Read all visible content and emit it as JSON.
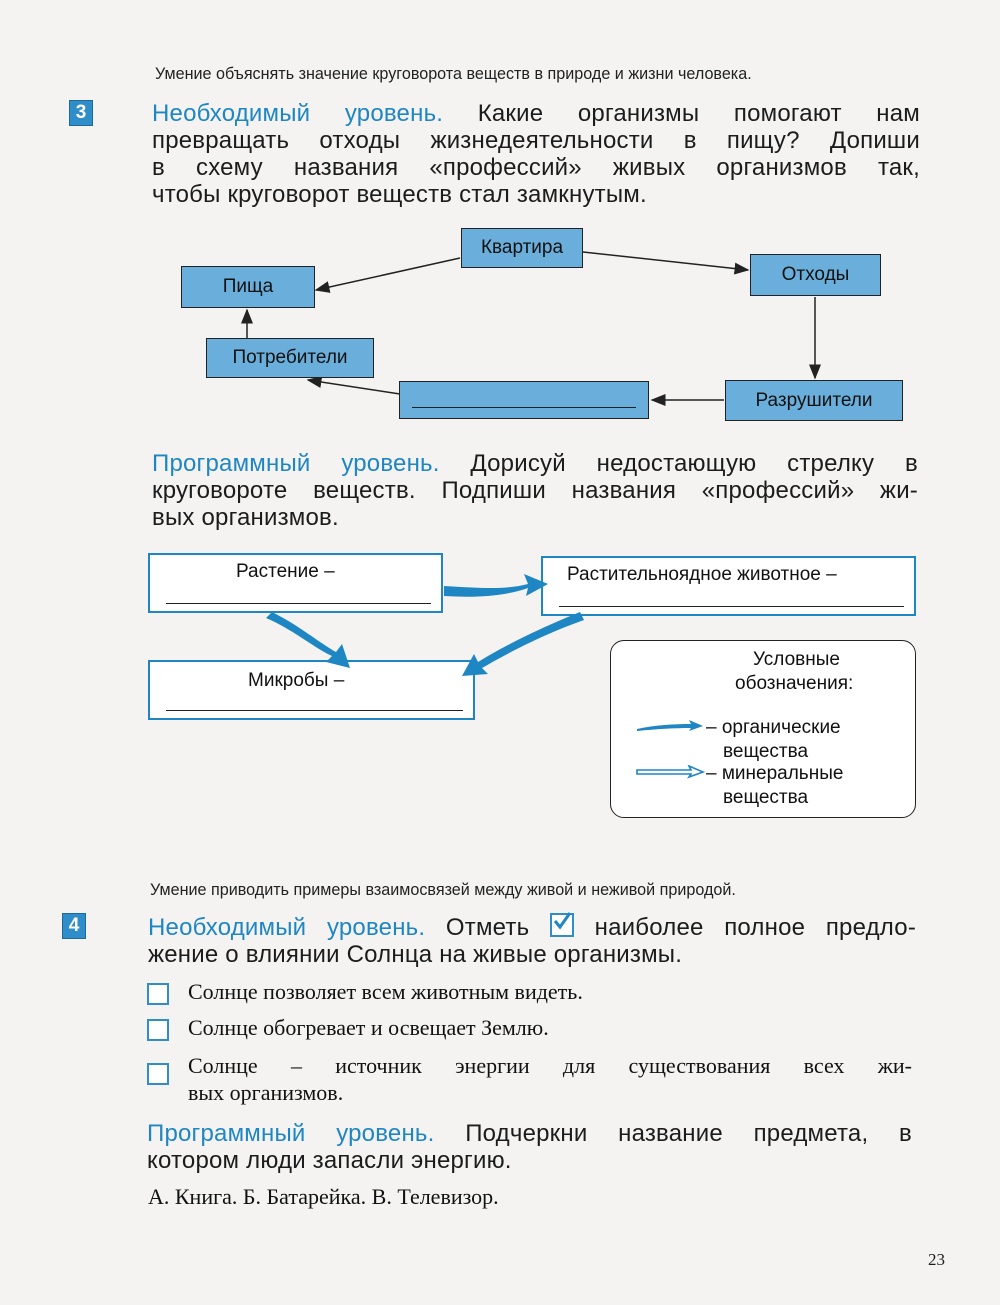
{
  "skill1": "Умение объяснять значение круговорота веществ в природе и жизни человека.",
  "task3": {
    "number": "3",
    "level1": "Необходимый уровень.",
    "line1": "Какие организмы помогают нам",
    "line2": "превращать отходы жизнедеятельности в пищу? Допиши",
    "line3": "в схему названия «профессий» живых организмов так,",
    "line4": "чтобы круговорот веществ стал замкнутым.",
    "scheme1": {
      "kvartira": "Квартира",
      "pishcha": "Пища",
      "othody": "Отходы",
      "potrebiteli": "Потребители",
      "razrushiteli": "Разрушители"
    },
    "level2": "Программный уровень.",
    "p2line1": "Дорисуй недостающую стрелку в",
    "p2line2": "круговороте веществ. Подпиши названия «профессий» жи-",
    "p2line3": "вых организмов.",
    "scheme2": {
      "rastenie": "Растение –",
      "rastitelnoyadnoe": "Растительноядное животное –",
      "mikroby": "Микробы –"
    },
    "legend": {
      "title1": "Условные",
      "title2": "обозначения:",
      "organic1": "– органические",
      "organic2": "вещества",
      "mineral1": "– минеральные",
      "mineral2": "вещества",
      "organic_color": "#1f86c4",
      "mineral_color": "#1f86c4"
    }
  },
  "skill2": "Умение приводить примеры взаимосвязей между живой и неживой природой.",
  "task4": {
    "number": "4",
    "level1": "Необходимый уровень.",
    "line1a": "Отметь",
    "line1b": "наиболее полное предло-",
    "line2": "жение о влиянии Солнца на живые организмы.",
    "options": [
      "Солнце позволяет всем животным видеть.",
      "Солнце обогревает и освещает Землю.",
      "Солнце – источник энергии для существования всех жи-",
      "вых организмов."
    ],
    "level2": "Программный уровень.",
    "p2line1": "Подчеркни название предмета, в",
    "p2line2": "котором люди запасли энергию.",
    "answers": "А. Книга. Б. Батарейка. В. Телевизор."
  },
  "page_number": "23"
}
